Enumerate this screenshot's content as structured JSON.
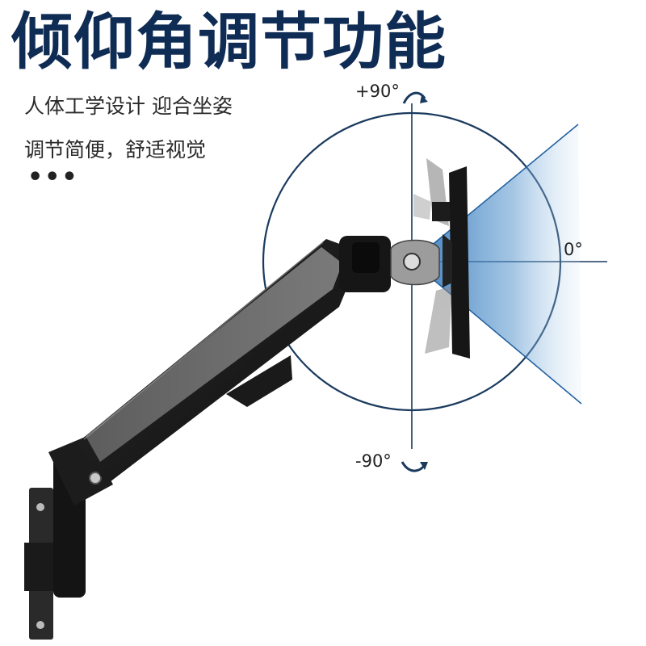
{
  "title": "倾仰角调节功能",
  "subtitle_line1": "人体工学设计 迎合坐姿",
  "subtitle_line2": "调节简便，舒适视觉",
  "ellipsis": "•••",
  "angles": {
    "top_label": "+90°",
    "zero_label": "0°",
    "bottom_label": "-90°"
  },
  "colors": {
    "title": "#0f2c55",
    "circle_line": "#1a3a5e",
    "tilt_cone": "#2f73b8",
    "arm_body": "#1b1b1b",
    "arm_panel": "#6d6d6d"
  },
  "icons": {
    "top_arrow": "curved-arrow-icon",
    "bottom_arrow": "curved-arrow-icon"
  }
}
